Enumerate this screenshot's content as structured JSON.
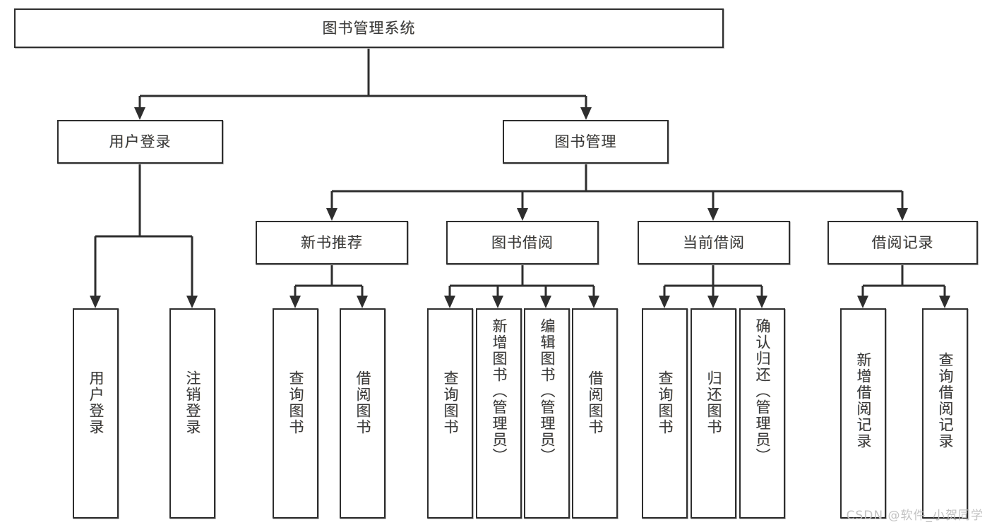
{
  "diagram": {
    "type": "tree-hierarchy-chart",
    "title": "图书管理系统",
    "watermark": "CSDN @软件_小贺同学",
    "colors": {
      "box_border": "#2e2e2e",
      "box_fill": "#ffffff",
      "connector": "#2e2e2e",
      "text": "#3a3a3a",
      "watermark": "#c2c2c2"
    },
    "root": {
      "label": "图书管理系统"
    },
    "level2": [
      {
        "id": "user-login",
        "label": "用户登录"
      },
      {
        "id": "book-management",
        "label": "图书管理"
      }
    ],
    "level3": [
      {
        "id": "new-book-recommend",
        "label": "新书推荐"
      },
      {
        "id": "book-borrow",
        "label": "图书借阅"
      },
      {
        "id": "current-borrow",
        "label": "当前借阅"
      },
      {
        "id": "borrow-record",
        "label": "借阅记录"
      }
    ],
    "leaves": {
      "user_login": [
        {
          "id": "leaf-user-login",
          "label": "用户登录"
        },
        {
          "id": "leaf-logout",
          "label": "注销登录"
        }
      ],
      "new_book_recommend": [
        {
          "id": "leaf-query-book-1",
          "label": "查询图书"
        },
        {
          "id": "leaf-borrow-book-1",
          "label": "借阅图书"
        }
      ],
      "book_borrow": [
        {
          "id": "leaf-query-book-2",
          "label": "查询图书"
        },
        {
          "id": "leaf-add-book",
          "label": "新增图书（管理员）"
        },
        {
          "id": "leaf-edit-book",
          "label": "编辑图书（管理员）"
        },
        {
          "id": "leaf-borrow-book-2",
          "label": "借阅图书"
        }
      ],
      "current_borrow": [
        {
          "id": "leaf-query-book-3",
          "label": "查询图书"
        },
        {
          "id": "leaf-return-book",
          "label": "归还图书"
        },
        {
          "id": "leaf-confirm-return",
          "label": "确认归还（管理员）"
        }
      ],
      "borrow_record": [
        {
          "id": "leaf-add-record",
          "label": "新增借阅记录"
        },
        {
          "id": "leaf-query-record",
          "label": "查询借阅记录"
        }
      ]
    }
  }
}
